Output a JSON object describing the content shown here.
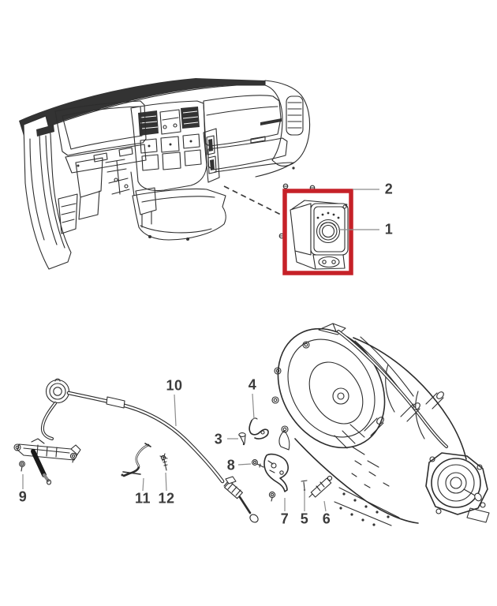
{
  "page": {
    "background_color": "#ffffff"
  },
  "diagram": {
    "type": "vehicle-parts-line-diagram",
    "highlight_color": "#c62128",
    "line_color": "#2d2d2d",
    "label_color": "#3b3b3b",
    "leader_color": "#8c8c8c",
    "callouts": [
      "1",
      "2",
      "3",
      "4",
      "5",
      "6",
      "7",
      "8",
      "9",
      "10",
      "11",
      "12"
    ]
  }
}
